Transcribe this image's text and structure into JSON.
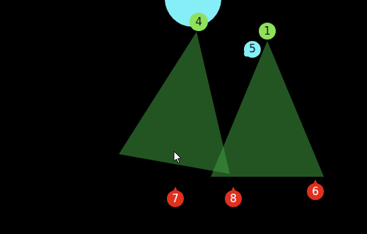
{
  "diagram": {
    "nodes": [
      {
        "text": [
          "4"
        ]
      },
      {
        "text": [
          "1"
        ]
      },
      {
        "text": [
          "5"
        ]
      },
      {
        "text": [
          "6"
        ]
      },
      {
        "text": [
          "7"
        ]
      },
      {
        "text": [
          "8"
        ]
      }
    ]
  }
}
